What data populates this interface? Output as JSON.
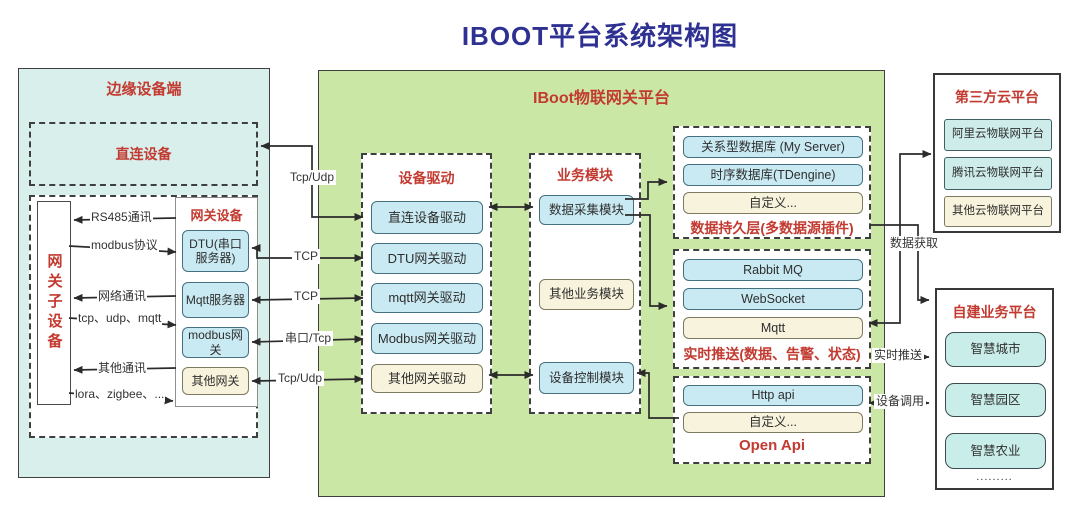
{
  "title": "IBOOT平台系统架构图",
  "edge_panel": {
    "title": "边缘设备端",
    "direct_device_label": "直连设备",
    "sub_device_label": "网关子设备",
    "gateway_group_label": "网关设备",
    "gateways": [
      {
        "label": "DTU(串口服务器)"
      },
      {
        "label": "Mqtt服务器"
      },
      {
        "label": "modbus网关"
      },
      {
        "label": "其他网关"
      }
    ],
    "link_labels": [
      "RS485通讯",
      "modbus协议",
      "网络通讯",
      "tcp、udp、mqtt",
      "其他通讯",
      "lora、zigbee、..."
    ]
  },
  "platform_panel": {
    "title": "IBoot物联网关平台",
    "device_driver": {
      "title": "设备驱动",
      "items": [
        {
          "label": "直连设备驱动"
        },
        {
          "label": "DTU网关驱动"
        },
        {
          "label": "mqtt网关驱动"
        },
        {
          "label": "Modbus网关驱动"
        },
        {
          "label": "其他网关驱动"
        }
      ]
    },
    "business_module": {
      "title": "业务模块",
      "items": [
        {
          "label": "数据采集模块"
        },
        {
          "label": "其他业务模块"
        },
        {
          "label": "设备控制模块"
        }
      ]
    },
    "persistence_group": {
      "items": [
        {
          "label": "关系型数据库 (My Server)"
        },
        {
          "label": "时序数据库(TDengine)"
        },
        {
          "label": "自定义..."
        }
      ],
      "caption": "数据持久层(多数据源插件)"
    },
    "push_group": {
      "items": [
        {
          "label": "Rabbit MQ"
        },
        {
          "label": "WebSocket"
        },
        {
          "label": "Mqtt"
        }
      ],
      "caption": "实时推送(数据、告警、状态)"
    },
    "openapi_group": {
      "items": [
        {
          "label": "Http api"
        },
        {
          "label": "自定义..."
        }
      ],
      "caption": "Open Api"
    }
  },
  "third_party_panel": {
    "title": "第三方云平台",
    "items": [
      {
        "label": "阿里云物联网平台"
      },
      {
        "label": "腾讯云物联网平台"
      },
      {
        "label": "其他云物联网平台"
      }
    ]
  },
  "business_platform_panel": {
    "title": "自建业务平台",
    "items": [
      {
        "label": "智慧城市"
      },
      {
        "label": "智慧园区"
      },
      {
        "label": "智慧农业"
      }
    ],
    "more_dots": "........."
  },
  "connection_labels": {
    "direct_tcp_udp": "Tcp/Udp",
    "dtu_tcp": "TCP",
    "mqtt_tcp": "TCP",
    "modbus_serial_tcp": "串口/Tcp",
    "other_tcp_udp": "Tcp/Udp",
    "data_fetch": "数据获取",
    "realtime_push": "实时推送",
    "device_call": "设备调用"
  },
  "colors": {
    "title_blue": "#2e3192",
    "accent_red": "#c23a30",
    "edge_panel_bg": "#d8efec",
    "platform_panel_bg": "#cbe7a5",
    "blue_node": "#c9eaf2",
    "cream_node": "#f8f3dc",
    "cyan_node": "#cdecea",
    "line": "#2b2b2b"
  }
}
